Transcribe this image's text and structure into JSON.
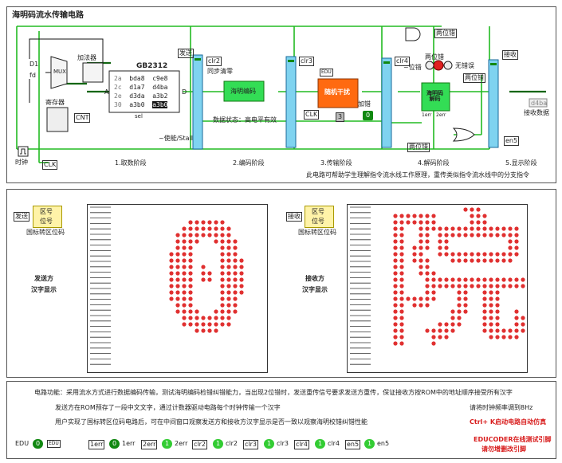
{
  "top": {
    "title": "海明码流水传输电路",
    "mux_label": "MUX",
    "adder_label": "加法器",
    "register_label": "寄存器",
    "d1_label": "D1",
    "fd_label": "fd",
    "cnt_label": "CNT",
    "clk_label": "CLK",
    "clock_label": "时钟",
    "rom": {
      "title": "GB2312",
      "addr_pin": "A",
      "data_pin": "D",
      "sel_pin": "sel",
      "rows": [
        {
          "addr": "2a",
          "c1": "bda8",
          "c2": "c9e8"
        },
        {
          "addr": "2c",
          "c1": "d1a7",
          "c2": "d4ba"
        },
        {
          "addr": "2e",
          "c1": "d3da",
          "c2": "a3b2"
        },
        {
          "addr": "30",
          "c1": "a3b0",
          "c2": "a3b0"
        }
      ]
    },
    "send_label": "发送",
    "clr2": "clr2",
    "clr3": "clr3",
    "clr4": "clr4",
    "sync_clear": "同步清零",
    "hamming_encode": "海明编码",
    "data_status": "数据状态：高电平有效",
    "stall": "~使能/Stall",
    "edu_label": "EDU",
    "random_interference": "随机干扰",
    "add_error_label": "加错",
    "add_error_value": "0",
    "clk_box": "CLK",
    "counter_value": "3",
    "error_bit": "~位错",
    "two_bit_error": "两位错",
    "no_error": "无错误",
    "one_error": "1位错",
    "decode_label": "海明码\n解码",
    "err1": "1err",
    "err2": "2err",
    "receive_label": "接收",
    "receive_value": "d4ba",
    "receive_data": "接收数据",
    "en5": "en5",
    "stages": [
      "1.取数阶段",
      "2.编码阶段",
      "3.传输阶段",
      "4.解码阶段",
      "5.显示阶段"
    ],
    "note": "此电路可帮助学生理解指令流水线工作原理，重传类似指令流水线中的分支指令"
  },
  "middle": {
    "sender": {
      "send_tag": "发送",
      "zone_code": "区号",
      "pos_code": "位号",
      "convert_label": "国标转区位码",
      "side_label": "发送方",
      "display_label": "汉字显示",
      "glyph": "0"
    },
    "receiver": {
      "receive_tag": "接收",
      "zone_code": "区号",
      "pos_code": "位号",
      "convert_label": "国标转区位码",
      "side_label": "接收方",
      "display_label": "汉字显示",
      "glyph": "院"
    },
    "dot_color": "#e03030"
  },
  "bottom": {
    "line1": "电路功能：采用流水方式进行数据编码传输，测试海明编码检错纠错能力，当出现2位错时，发送重传信号要求发送方重传，保证接收方按ROM中的地址顺序接受所有汉字",
    "line2": "发送方在ROM预存了一段中文文字，通过计数器驱动电路每个时钟传输一个汉字",
    "line3": "用户实现了国标转区位码电路后，可在中间窗口观察发送方和接收方汉字显示是否一致以观察海明校错纠错性能",
    "hint_clock": "请将时钟频率调到8Hz",
    "hint_ctrl": "Ctrl+ K启动电路自动仿真",
    "educoder_line1": "EDUCODER在线测试引脚",
    "educoder_line2": "请勿增删改引脚",
    "pins": [
      {
        "label": "EDU",
        "value": "0",
        "tag": "EDU"
      },
      {
        "label": "1err",
        "value": "0",
        "tag": "1err"
      },
      {
        "label": "2err",
        "value": "1",
        "tag": "2err"
      },
      {
        "label": "clr2",
        "value": "1",
        "tag": "clr2"
      },
      {
        "label": "clr3",
        "value": "1",
        "tag": "clr3"
      },
      {
        "label": "clr4",
        "value": "1",
        "tag": "clr4"
      },
      {
        "label": "en5",
        "value": "1",
        "tag": "en5"
      }
    ]
  },
  "colors": {
    "wire_green": "#22bb22",
    "wire_dark": "#116611",
    "latch_blue": "#7fd3f0",
    "encoder_green": "#33dd55",
    "interference_orange": "#ff6a10",
    "error_red": "#e02020"
  }
}
